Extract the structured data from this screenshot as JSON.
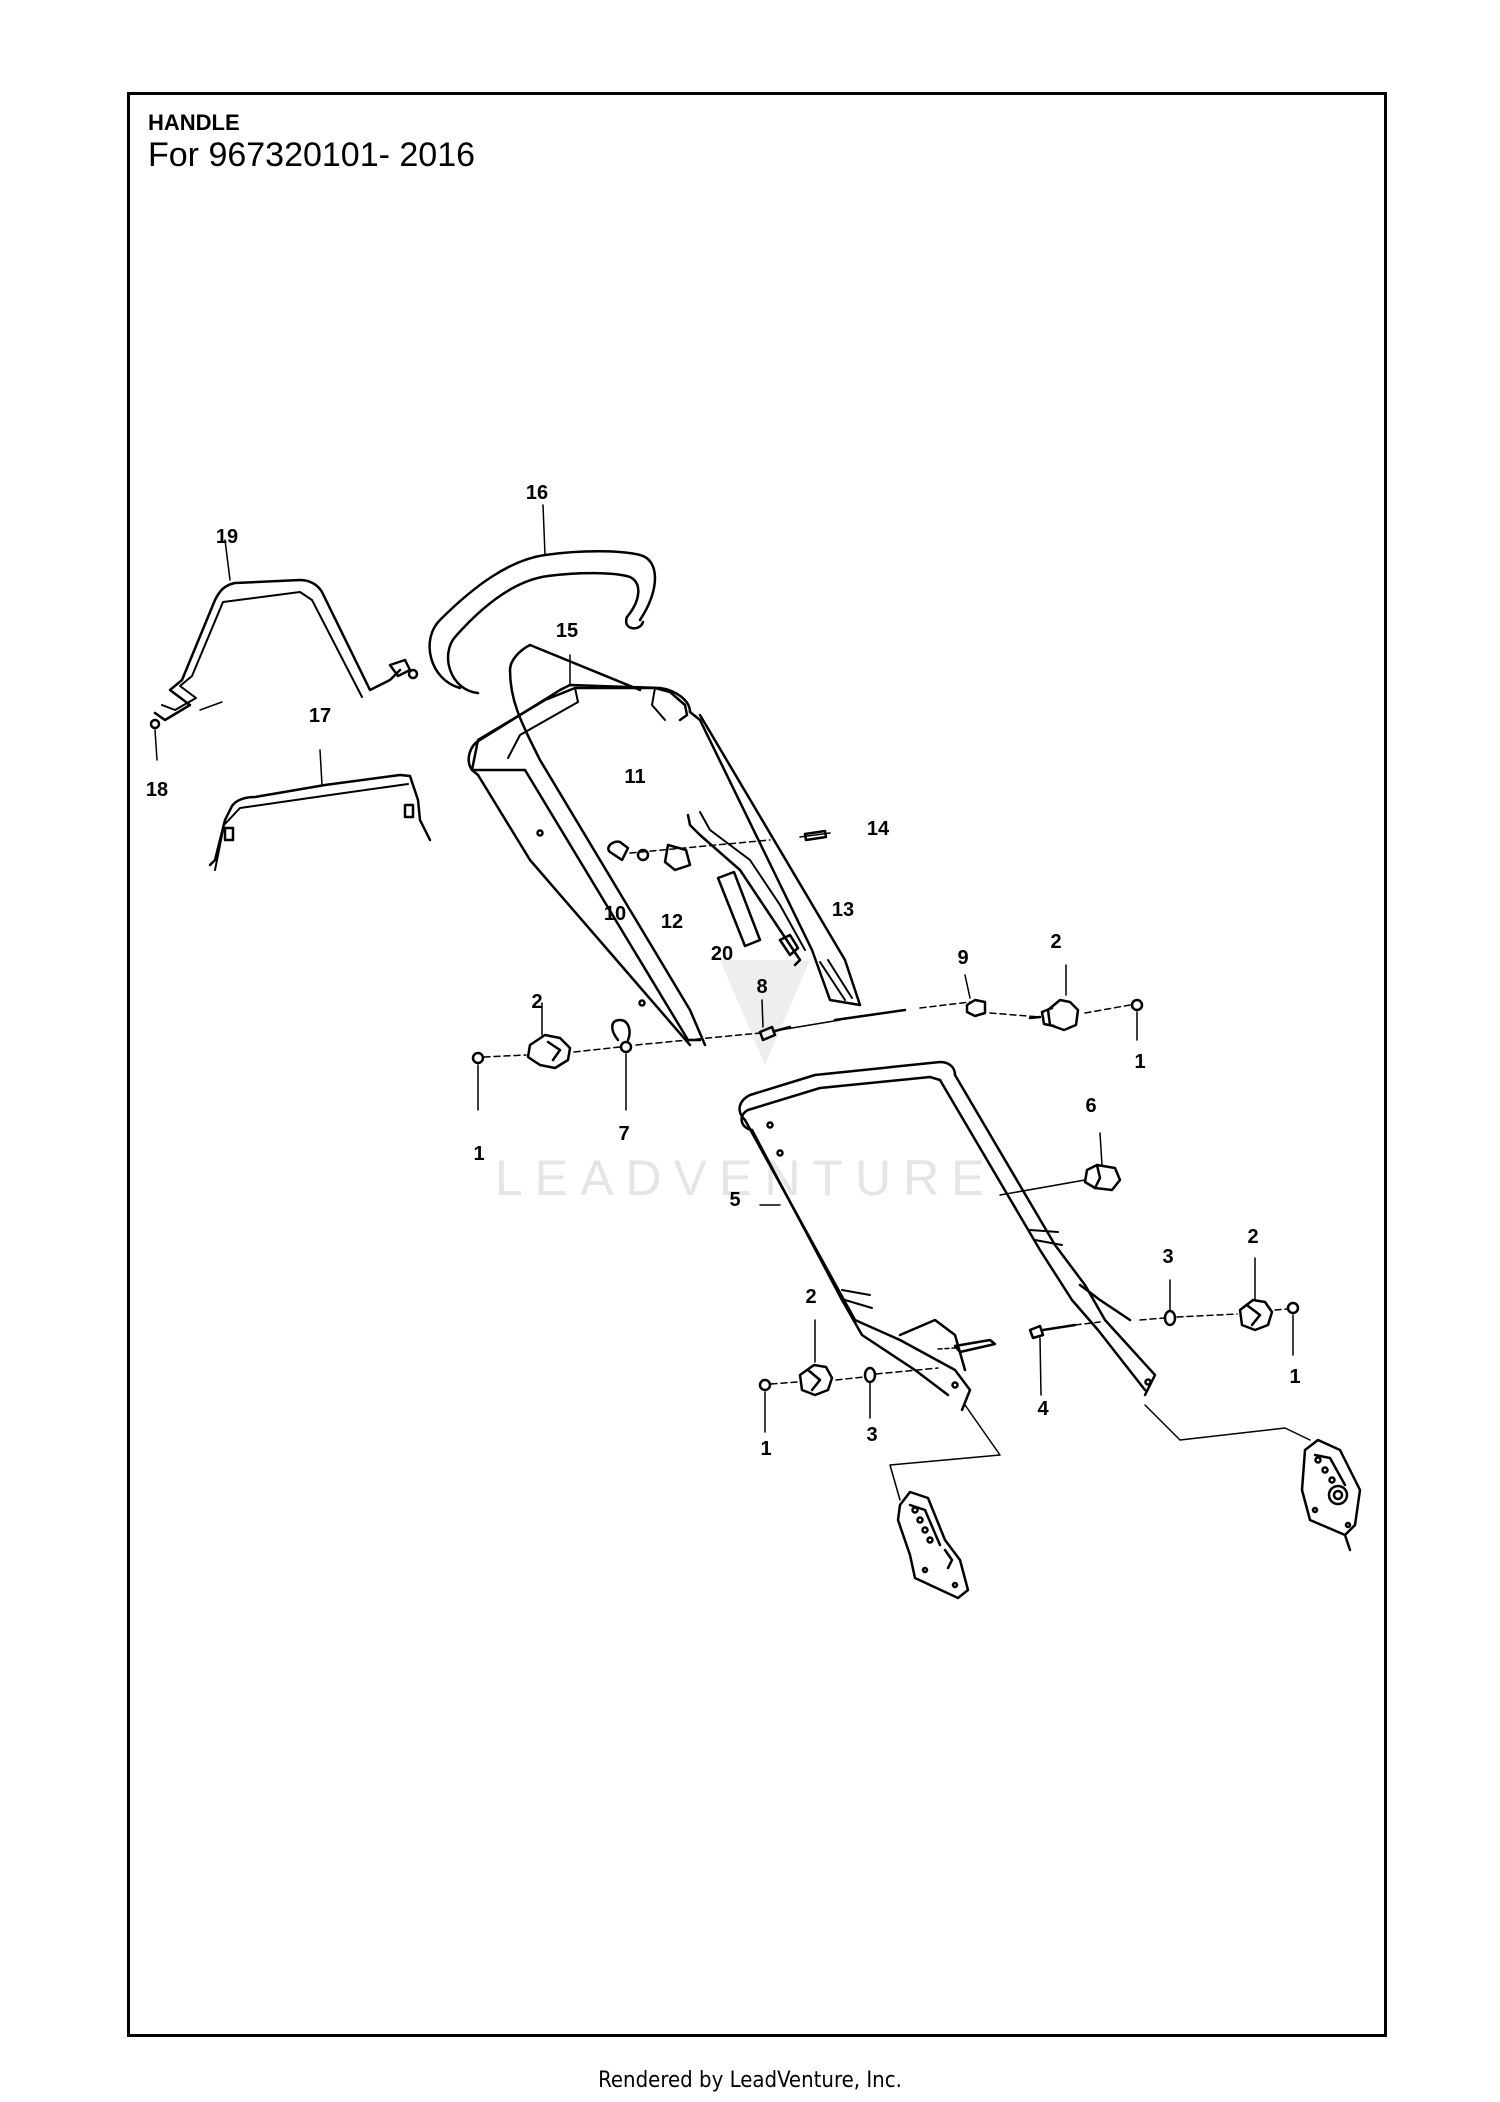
{
  "header": {
    "title": "HANDLE",
    "subtitle": "For 967320101- 2016"
  },
  "watermark": {
    "text": "LEADVENTURE"
  },
  "footer": {
    "text": "Rendered by LeadVenture, Inc."
  },
  "callouts": [
    {
      "id": "c16",
      "label": "16"
    },
    {
      "id": "c19",
      "label": "19"
    },
    {
      "id": "c15",
      "label": "15"
    },
    {
      "id": "c17",
      "label": "17"
    },
    {
      "id": "c18",
      "label": "18"
    },
    {
      "id": "c11",
      "label": "11"
    },
    {
      "id": "c14",
      "label": "14"
    },
    {
      "id": "c10",
      "label": "10"
    },
    {
      "id": "c12",
      "label": "12"
    },
    {
      "id": "c13",
      "label": "13"
    },
    {
      "id": "c20",
      "label": "20"
    },
    {
      "id": "c9",
      "label": "9"
    },
    {
      "id": "c2a",
      "label": "2"
    },
    {
      "id": "c8",
      "label": "8"
    },
    {
      "id": "c2b",
      "label": "2"
    },
    {
      "id": "c1a",
      "label": "1"
    },
    {
      "id": "c7",
      "label": "7"
    },
    {
      "id": "c1b",
      "label": "1"
    },
    {
      "id": "c6",
      "label": "6"
    },
    {
      "id": "c5",
      "label": "5"
    },
    {
      "id": "c3a",
      "label": "3"
    },
    {
      "id": "c2c",
      "label": "2"
    },
    {
      "id": "c2d",
      "label": "2"
    },
    {
      "id": "c1c",
      "label": "1"
    },
    {
      "id": "c4",
      "label": "4"
    },
    {
      "id": "c1d",
      "label": "1"
    },
    {
      "id": "c3b",
      "label": "3"
    }
  ]
}
